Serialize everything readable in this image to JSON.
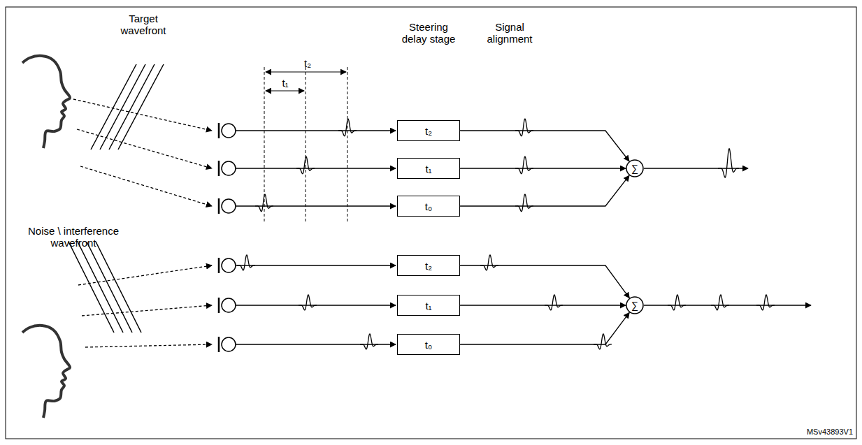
{
  "diagram": {
    "nodes": [
      {
        "text": [
          "t₂"
        ]
      },
      {
        "text": [
          "t₁"
        ]
      },
      {
        "text": [
          "t₀"
        ]
      },
      {
        "text": [
          "∑"
        ]
      },
      {
        "text": [
          "t₂"
        ]
      },
      {
        "text": [
          "t₁"
        ]
      },
      {
        "text": [
          "t₀"
        ]
      },
      {
        "text": [
          "∑"
        ]
      }
    ],
    "edges": [
      {
        "from": 0,
        "to": 3,
        "arrow": "to"
      },
      {
        "from": 1,
        "to": 3,
        "arrow": "to"
      },
      {
        "from": 2,
        "to": 3,
        "arrow": "to"
      },
      {
        "from": 4,
        "to": 7,
        "arrow": "to"
      },
      {
        "from": 5,
        "to": 7,
        "arrow": "to"
      },
      {
        "from": 6,
        "to": 7,
        "arrow": "to"
      }
    ],
    "labels": [
      "Target wavefront",
      "t₂",
      "t₁",
      "Steering delay stage",
      "Signal alignment",
      "Noise \\ interference wavefront",
      "MSv43893V1"
    ]
  }
}
